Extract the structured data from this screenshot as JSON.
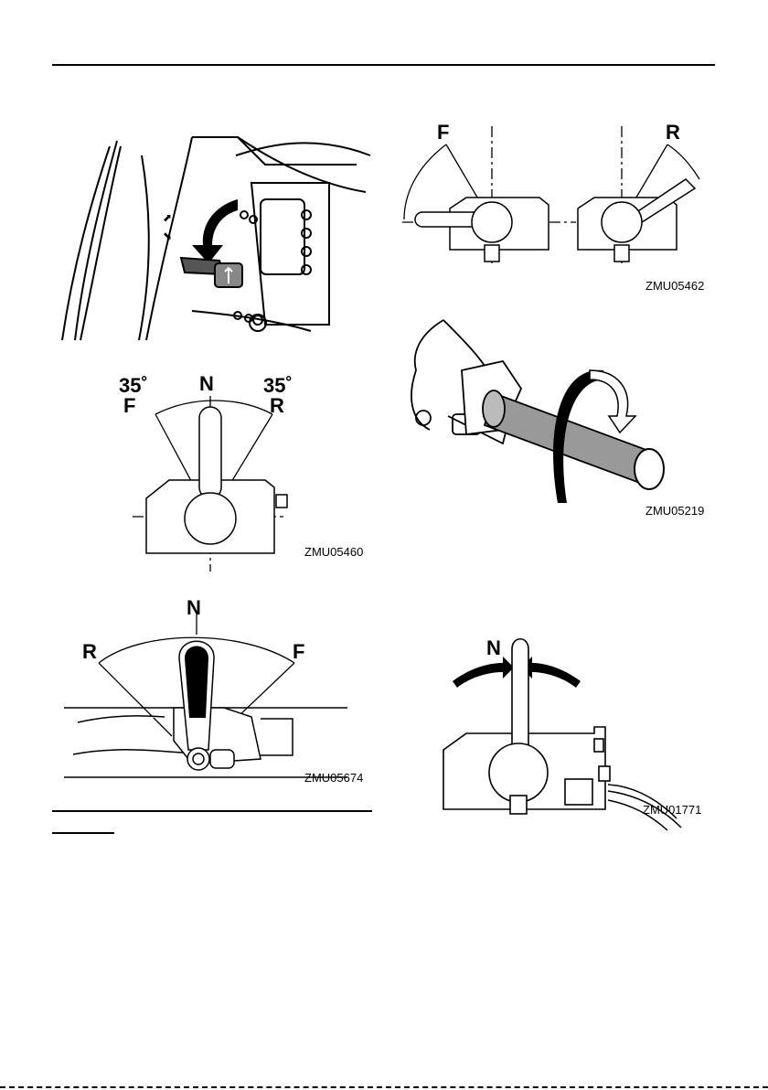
{
  "figures": {
    "lock_lever": {
      "code": ""
    },
    "single_lever_top": {
      "code": "ZMU05462",
      "left_label": "F",
      "right_label": "R"
    },
    "angle_box": {
      "code": "ZMU05460",
      "center_label": "N",
      "left_label": "F",
      "right_label": "R",
      "left_angle": "35˚",
      "right_angle": "35˚"
    },
    "throttle_grip": {
      "code": "ZMU05219"
    },
    "side_lever": {
      "code": "ZMU05674",
      "center_label": "N",
      "left_label": "R",
      "right_label": "F"
    },
    "control_box": {
      "code": "ZMU01771",
      "center_label": "N"
    }
  }
}
